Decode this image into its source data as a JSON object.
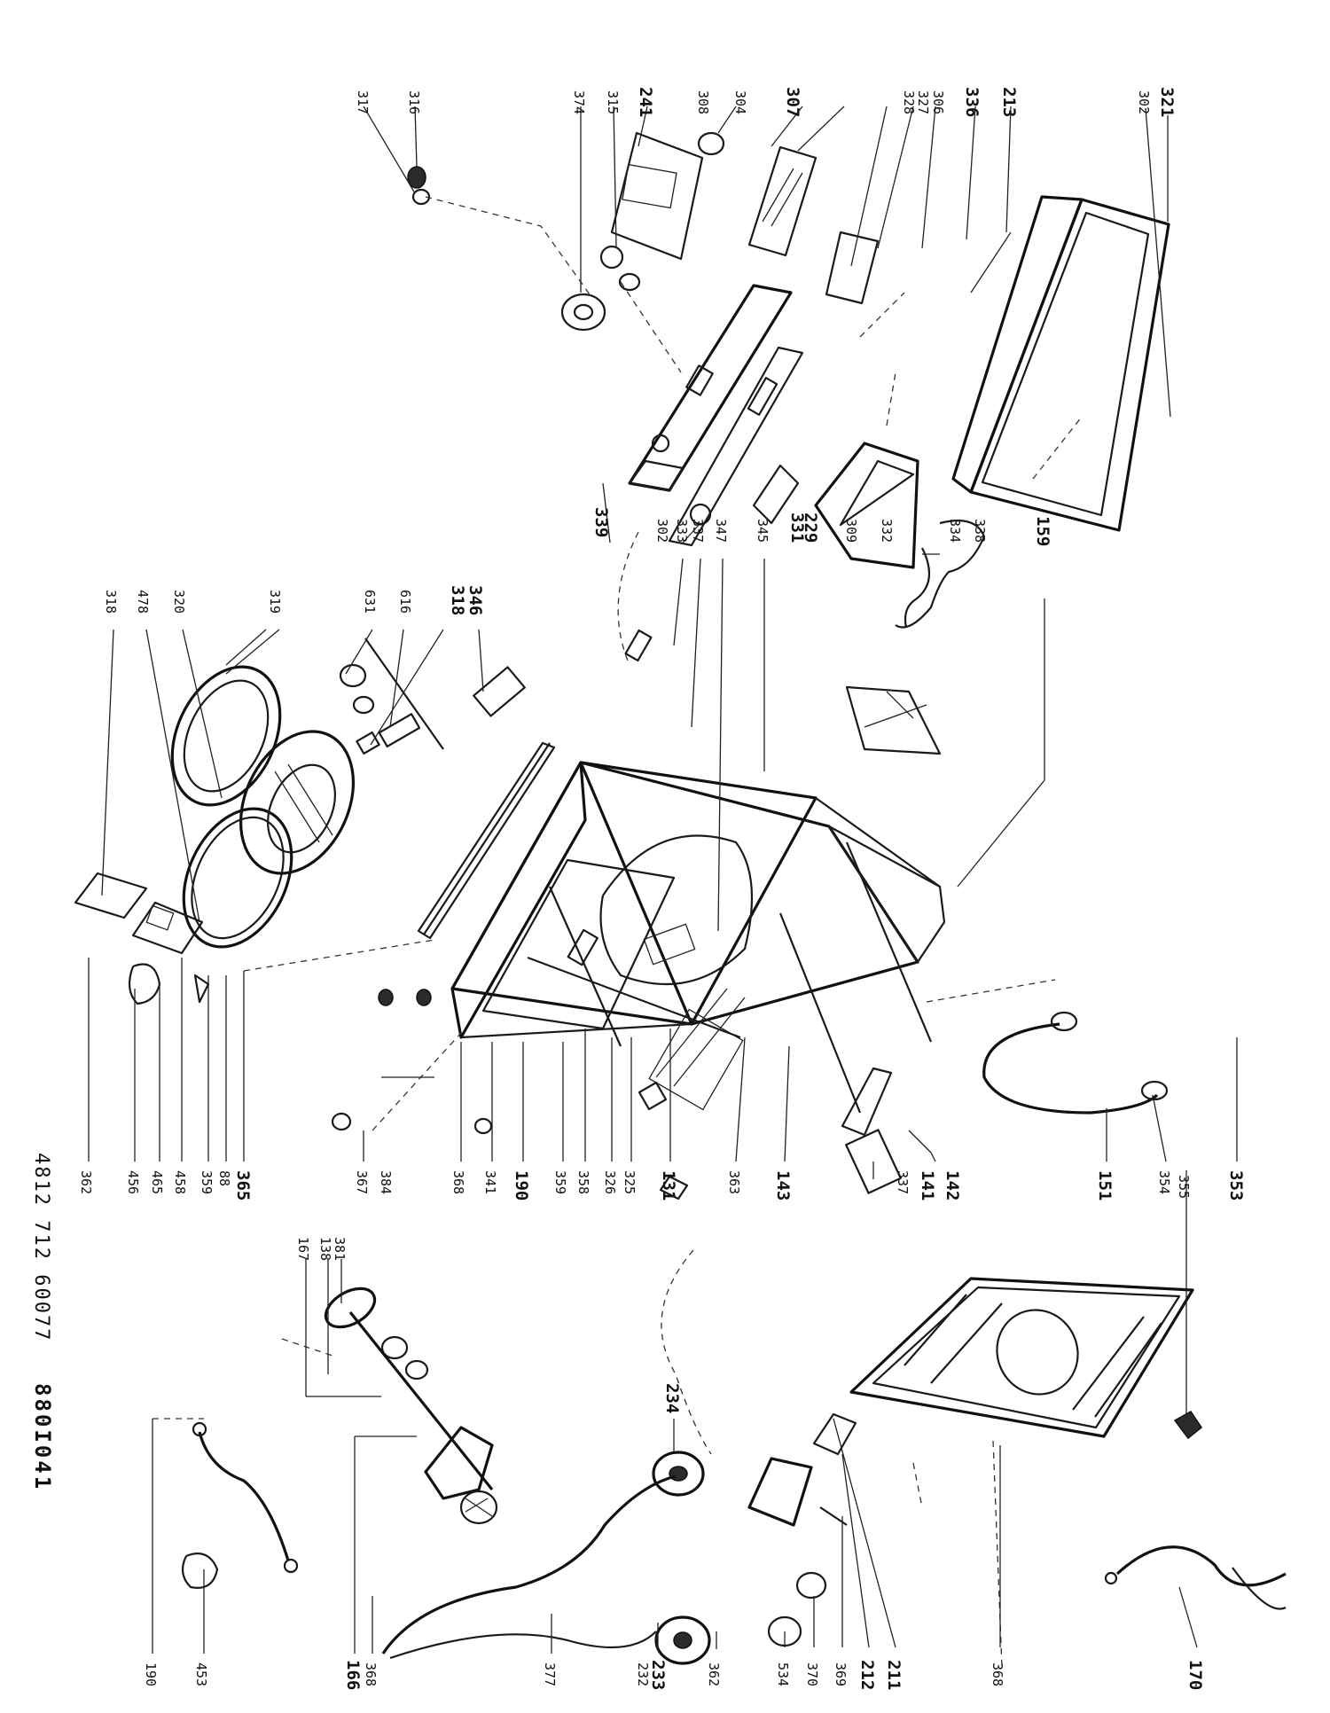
{
  "document": {
    "part_number": "4812 712 60077",
    "drawing_code": "880I041"
  },
  "callouts_top": [
    "317",
    "316",
    "374",
    "315",
    "241",
    "308",
    "304",
    "307",
    "306",
    "327",
    "328",
    "336",
    "213",
    "302",
    "321"
  ],
  "callouts_mid": [
    "339",
    "333",
    "331",
    "229",
    "309",
    "332",
    "334",
    "338",
    "159",
    "345",
    "337",
    "347",
    "302",
    "346",
    "318",
    "616",
    "631",
    "319",
    "320",
    "478",
    "318b"
  ],
  "callouts_bottom": [
    "362",
    "456",
    "465",
    "458",
    "359",
    "88",
    "365",
    "384",
    "367",
    "368",
    "341",
    "190",
    "359b",
    "358",
    "326",
    "325",
    "131",
    "363",
    "143",
    "337",
    "141",
    "142",
    "151",
    "354",
    "353",
    "355"
  ],
  "callouts_left": [
    "167",
    "138",
    "381",
    "190b",
    "453",
    "166",
    "368b",
    "377",
    "233",
    "232",
    "362b",
    "234",
    "534",
    "370",
    "369",
    "212",
    "211",
    "368c",
    "170"
  ]
}
